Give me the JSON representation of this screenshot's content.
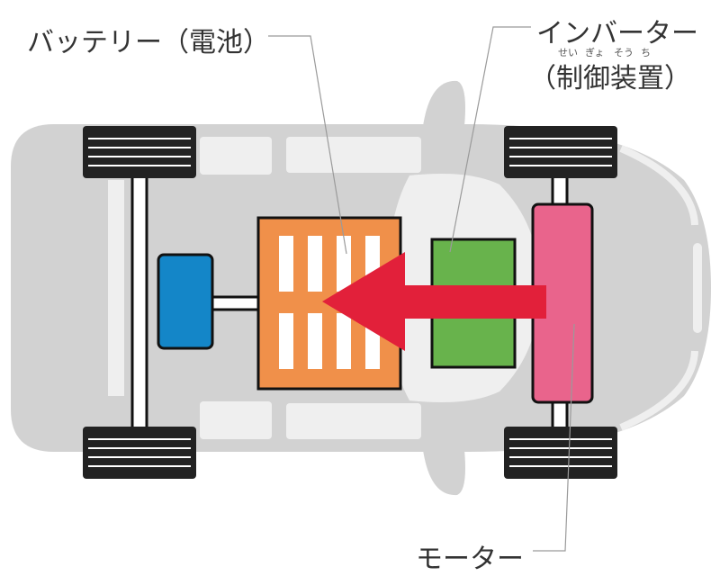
{
  "labels": {
    "battery": "バッテリー（電池）",
    "inverter": "インバーター",
    "inverter_ruby": [
      "せい",
      "ぎょ",
      "そう",
      "ち"
    ],
    "inverter_sub": "（制御装置）",
    "motor": "モーター"
  },
  "colors": {
    "car_body": "#d2d2d2",
    "car_window": "#efefef",
    "tire": "#222222",
    "battery": "#f0904a",
    "inverter": "#68b34c",
    "motor": "#e9648c",
    "small_box": "#1486c8",
    "arrow": "#e2203a",
    "outline": "#111111",
    "leader_line": "#9a9a9a"
  },
  "arrow_direction": "motor-to-battery"
}
